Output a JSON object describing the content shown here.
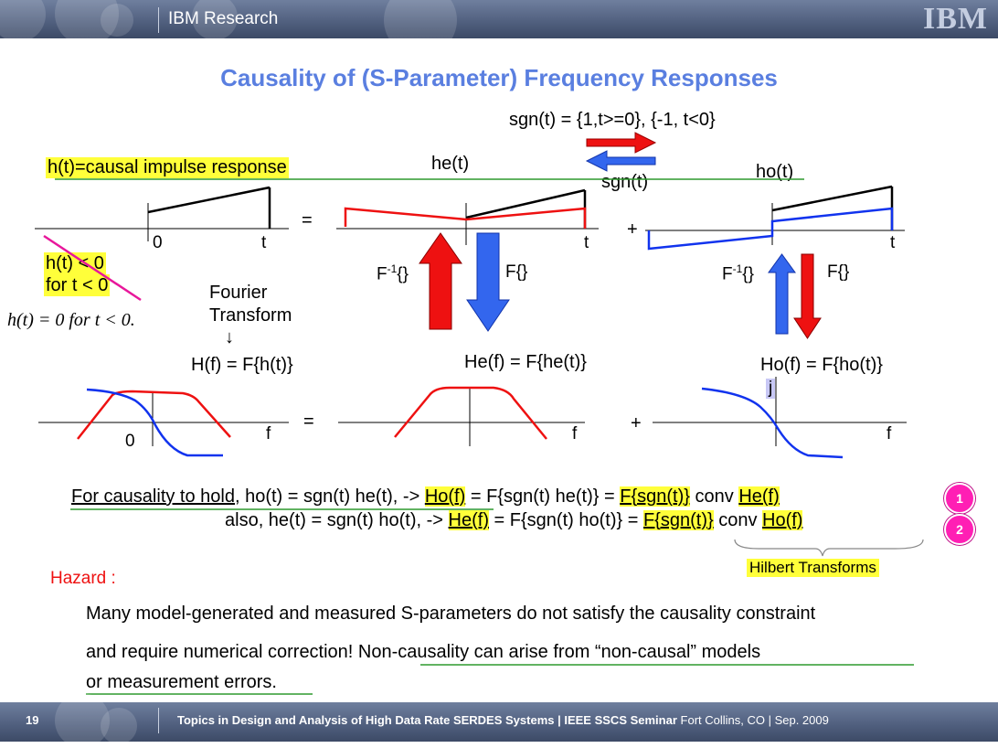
{
  "header": {
    "org": "IBM Research",
    "logo": "IBM"
  },
  "title": "Causality of (S-Parameter) Frequency Responses",
  "sgn_def": "sgn(t) = {1,t>=0}, {-1, t<0}",
  "labels": {
    "causal": "h(t)=causal impulse response",
    "he_t": "he(t)",
    "ho_t": "ho(t)",
    "sgn_t": "sgn(t)",
    "zero": "0",
    "t": "t",
    "f": "f",
    "eq": "=",
    "plus": "+",
    "cross_line1": "h(t) < 0",
    "cross_line2": "for t < 0",
    "causal_math": "h(t) = 0 for t < 0.",
    "fourier1": "Fourier",
    "fourier2": "Transform",
    "down_arrow": "↓",
    "H_f": "H(f) = F{h(t)}",
    "He_f": "He(f) = F{he(t)}",
    "Ho_f": "Ho(f) = F{ho(t)}",
    "j": "j",
    "F_inv": "F",
    "F_inv_sup": "-1",
    "F_inv_tail": "{}",
    "F_fwd": "F{}"
  },
  "eq1": {
    "prefix": "For causality to hold,",
    "mid": " ho(t) = sgn(t) he(t), -> ",
    "lhs": "Ho(f)",
    "eqa": " = F{sgn(t) he(t)} = ",
    "fs": "F{sgn(t)}",
    "conv": " conv ",
    "rhs": "He(f)",
    "badge": "1"
  },
  "eq2": {
    "mid": "also, he(t) = sgn(t) ho(t), -> ",
    "lhs": "He(f)",
    "eqa": " = F{sgn(t) ho(t)} = ",
    "fs": "F{sgn(t)}",
    "conv": " conv ",
    "rhs": "Ho(f)",
    "badge": "2"
  },
  "hilbert": "Hilbert Transforms",
  "hazard": "Hazard :",
  "body": {
    "line1": "Many model-generated and measured S-parameters do not satisfy the causality constraint",
    "line2a": "and require numerical correction! ",
    "line2b": "Non-causality can arise from “non-causal” models",
    "line3": "or measurement errors."
  },
  "footer": {
    "page": "19",
    "bold": "Topics in Design and Analysis of High Data Rate SERDES Systems | IEEE SSCS Seminar",
    "rest": " Fort Collins, CO |  Sep. 2009"
  },
  "colors": {
    "title": "#5a7fe0",
    "red": "#ee1111",
    "blue": "#1133ee",
    "highlight": "#ffff3a",
    "green": "#2e9a2e",
    "badge": "#ff1fb4"
  }
}
